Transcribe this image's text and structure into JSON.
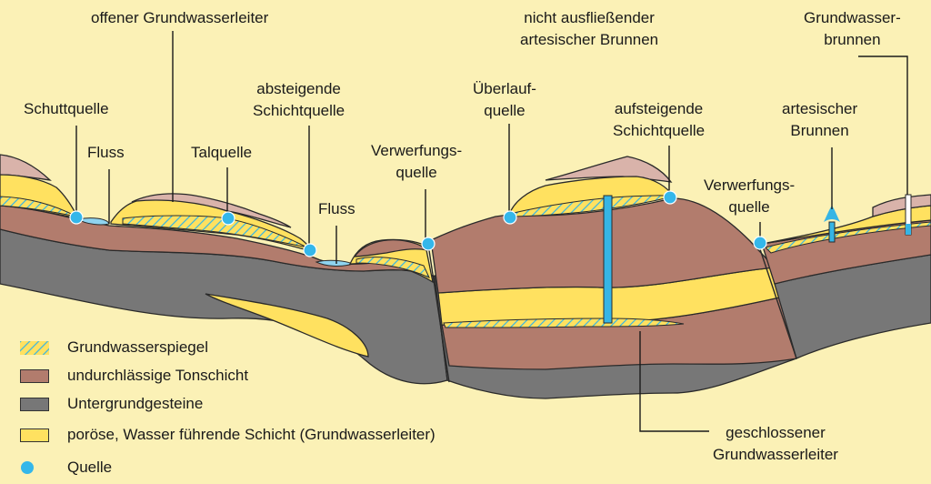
{
  "colors": {
    "background": "#fbf1b6",
    "tonschicht": "#b27c6d",
    "untergrund": "#777777",
    "leiter": "#ffe160",
    "spiegel": "#36b5e5",
    "quelle": "#34b7ea",
    "outline": "#2a2a2a",
    "soil": "#d9b3aa"
  },
  "labels": {
    "offener": "offener Grundwasserleiter",
    "nicht_line1": "nicht ausfließender",
    "nicht_line2": "artesischer Brunnen",
    "gwbrunnen_line1": "Grundwasser-",
    "gwbrunnen_line2": "brunnen",
    "schuttquelle": "Schuttquelle",
    "fluss1": "Fluss",
    "talquelle": "Talquelle",
    "absteigende_line1": "absteigende",
    "absteigende_line2": "Schichtquelle",
    "fluss2": "Fluss",
    "verwerfung1_line1": "Verwerfungs-",
    "verwerfung1_line2": "quelle",
    "ueberlauf_line1": "Überlauf-",
    "ueberlauf_line2": "quelle",
    "aufsteigende_line1": "aufsteigende",
    "aufsteigende_line2": "Schichtquelle",
    "artesischer_line1": "artesischer",
    "artesischer_line2": "Brunnen",
    "verwerfung2_line1": "Verwerfungs-",
    "verwerfung2_line2": "quelle",
    "geschlossener_line1": "geschlossener",
    "geschlossener_line2": "Grundwasserleiter"
  },
  "legend": [
    {
      "key": "spiegel",
      "text": "Grundwasserspiegel"
    },
    {
      "key": "tonschicht",
      "text": "undurchlässige Tonschicht"
    },
    {
      "key": "untergrund",
      "text": "Untergrundgesteine"
    },
    {
      "key": "leiter",
      "text": "poröse, Wasser führende Schicht (Grundwasserleiter)"
    },
    {
      "key": "quelle",
      "text": "Quelle"
    }
  ]
}
